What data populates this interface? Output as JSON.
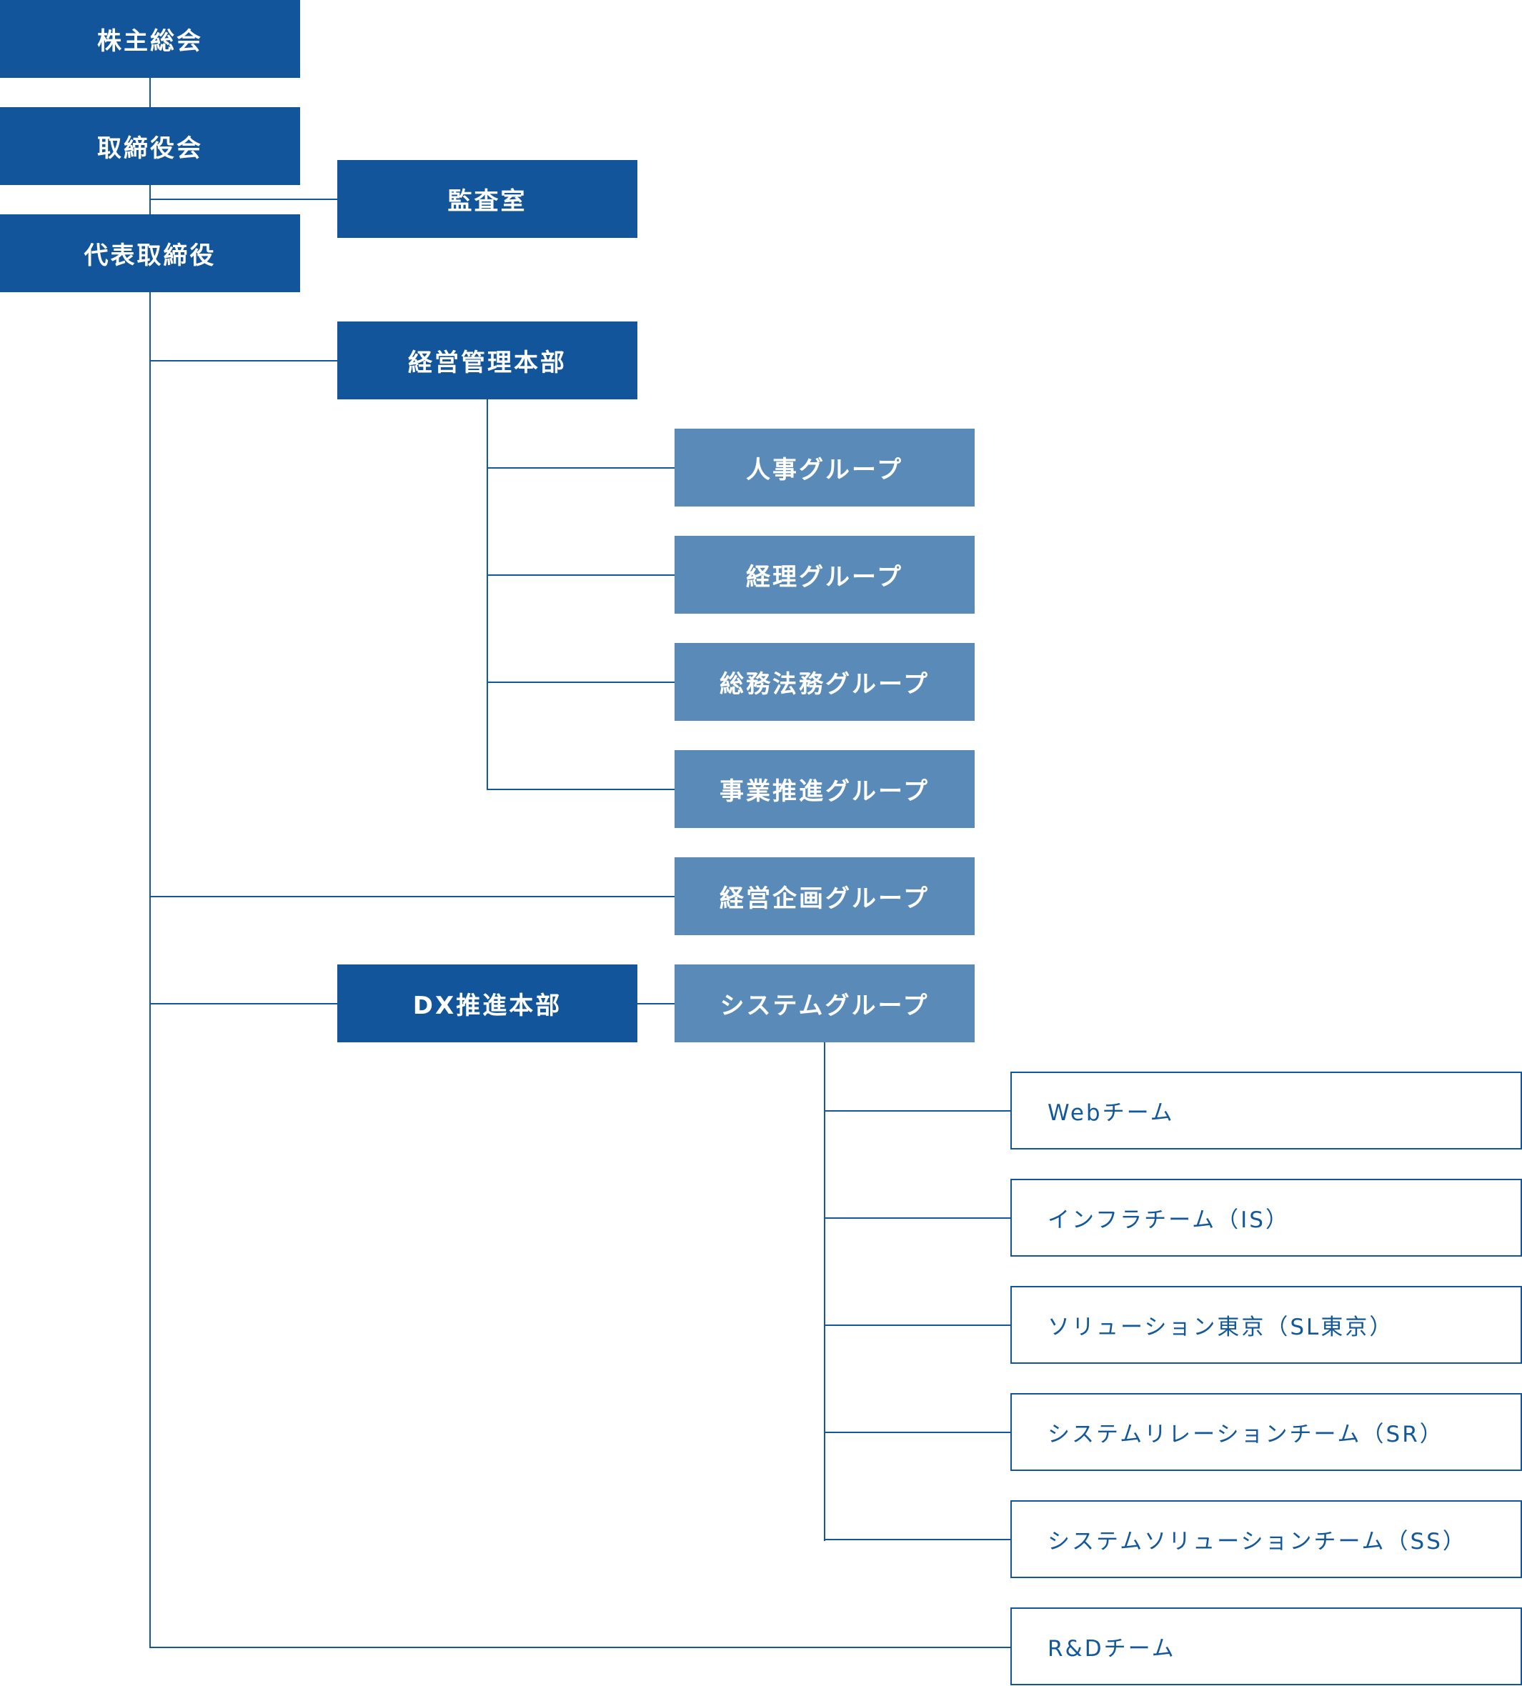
{
  "colors": {
    "dark_box": "#12559A",
    "mid_box": "#5A8AB8",
    "line": "#12589A",
    "team_border": "#12559A"
  },
  "nodes": {
    "shareholders_meeting": "株主総会",
    "board_of_directors": "取締役会",
    "audit_office": "監査室",
    "representative_director": "代表取締役",
    "management_hq": "経営管理本部",
    "hr_group": "人事グループ",
    "accounting_group": "経理グループ",
    "general_legal_group": "総務法務グループ",
    "business_promotion_group": "事業推進グループ",
    "corporate_planning_group": "経営企画グループ",
    "dx_hq": "DX推進本部",
    "system_group": "システムグループ",
    "web_team": "Webチーム",
    "infra_team": "インフラチーム（IS）",
    "solution_tokyo": "ソリューション東京（SL東京）",
    "system_relation_team": "システムリレーションチーム（SR）",
    "system_solution_team": "システムソリューションチーム（SS）",
    "rd_team": "R&Dチーム"
  }
}
